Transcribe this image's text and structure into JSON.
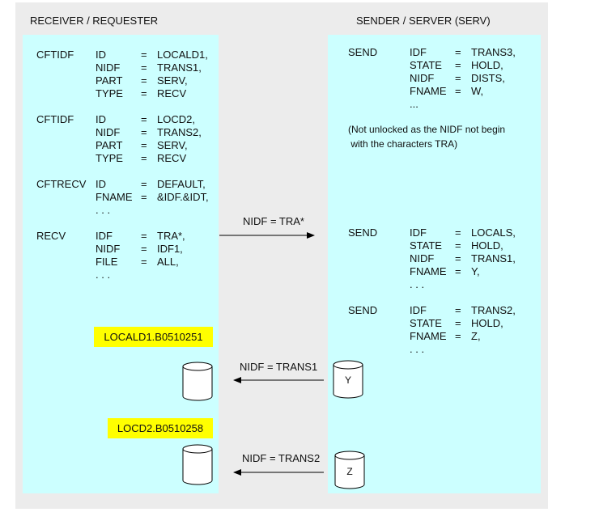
{
  "headers": {
    "left": "RECEIVER / REQUESTER",
    "right": "SENDER / SERVER (SERV)"
  },
  "receiver": {
    "blocks": [
      {
        "keyword": "CFTIDF",
        "rows": [
          {
            "k": "ID",
            "eq": "=",
            "v": "LOCALD1,"
          },
          {
            "k": "NIDF",
            "eq": "=",
            "v": "TRANS1,"
          },
          {
            "k": "PART",
            "eq": "=",
            "v": "SERV,"
          },
          {
            "k": "TYPE",
            "eq": "=",
            "v": "RECV"
          }
        ]
      },
      {
        "keyword": "CFTIDF",
        "rows": [
          {
            "k": "ID",
            "eq": "=",
            "v": "LOCD2,"
          },
          {
            "k": "NIDF",
            "eq": "=",
            "v": "TRANS2,"
          },
          {
            "k": "PART",
            "eq": "=",
            "v": "SERV,"
          },
          {
            "k": "TYPE",
            "eq": "=",
            "v": "RECV"
          }
        ]
      },
      {
        "keyword": "CFTRECV",
        "rows": [
          {
            "k": "ID",
            "eq": "=",
            "v": "DEFAULT,"
          },
          {
            "k": "FNAME",
            "eq": "=",
            "v": "&IDF.&IDT,"
          },
          {
            "k": ". . .",
            "eq": "",
            "v": ""
          }
        ]
      },
      {
        "keyword": "RECV",
        "rows": [
          {
            "k": "IDF",
            "eq": "=",
            "v": "TRA*,"
          },
          {
            "k": "NIDF",
            "eq": "=",
            "v": "IDF1,"
          },
          {
            "k": "FILE",
            "eq": "=",
            "v": "ALL,"
          },
          {
            "k": ". . .",
            "eq": "",
            "v": ""
          }
        ]
      }
    ],
    "files": [
      "LOCALD1.B0510251",
      "LOCD2.B0510258"
    ]
  },
  "sender": {
    "blocks": [
      {
        "keyword": "SEND",
        "rows": [
          {
            "k": "IDF",
            "eq": "=",
            "v": "TRANS3,"
          },
          {
            "k": "STATE",
            "eq": "=",
            "v": "HOLD,"
          },
          {
            "k": "NIDF",
            "eq": "=",
            "v": "DISTS,"
          },
          {
            "k": "FNAME",
            "eq": "=",
            "v": "W,"
          },
          {
            "k": "...",
            "eq": "",
            "v": ""
          }
        ]
      },
      {
        "keyword": "SEND",
        "rows": [
          {
            "k": "IDF",
            "eq": "=",
            "v": "LOCALS,"
          },
          {
            "k": "STATE",
            "eq": "=",
            "v": "HOLD,"
          },
          {
            "k": "NIDF",
            "eq": "=",
            "v": "TRANS1,"
          },
          {
            "k": "FNAME",
            "eq": "=",
            "v": "Y,"
          },
          {
            "k": ". . .",
            "eq": "",
            "v": ""
          }
        ]
      },
      {
        "keyword": "SEND",
        "rows": [
          {
            "k": "IDF",
            "eq": "=",
            "v": "TRANS2,"
          },
          {
            "k": "STATE",
            "eq": "=",
            "v": "HOLD,"
          },
          {
            "k": "FNAME",
            "eq": "=",
            "v": "Z,"
          },
          {
            "k": ". . .",
            "eq": "",
            "v": ""
          }
        ]
      }
    ],
    "note_line1": "(Not unlocked as the NIDF not begin",
    "note_line2": " with the characters TRA)",
    "cylinders": [
      "Y",
      "Z"
    ]
  },
  "arrows": [
    "NIDF = TRA*",
    "NIDF = TRANS1",
    "NIDF = TRANS2"
  ]
}
